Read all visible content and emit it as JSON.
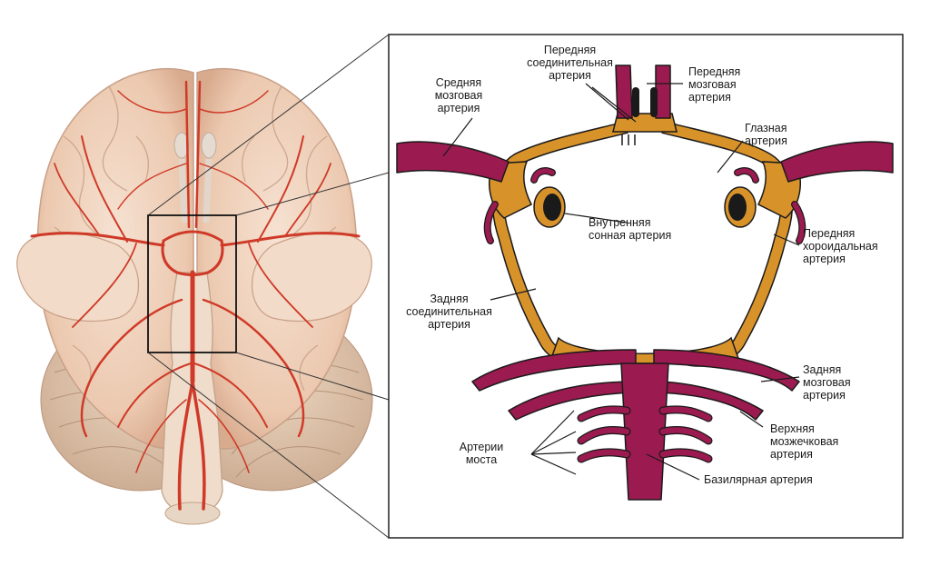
{
  "colors": {
    "artery_magenta": "#9b1a4f",
    "circle_orange": "#d8922a",
    "brain_tissue": "#efd3bd",
    "brain_artery": "#cf3a28",
    "frame": "#222222"
  },
  "labels": {
    "anterior_communicating": "Передняя\nсоединительная\nартерия",
    "anterior_cerebral": "Передняя\nмозговая\nартерия",
    "middle_cerebral": "Средняя\nмозговая\nартерия",
    "ophthalmic": "Глазная\nартерия",
    "internal_carotid": "Внутренняя\nсонная артерия",
    "anterior_choroidal": "Передняя\nхороидальная\nартерия",
    "posterior_communicating": "Задняя\nсоединительная\nартерия",
    "posterior_cerebral": "Задняя\nмозговая\nартерия",
    "superior_cerebellar": "Верхняя\nмозжечковая\nартерия",
    "pontine": "Артерии\nмоста",
    "basilar": "Базилярная артерия"
  },
  "icons": {
    "brain": "brain-illustration",
    "circle_of_willis": "circle-of-willis-schematic"
  }
}
